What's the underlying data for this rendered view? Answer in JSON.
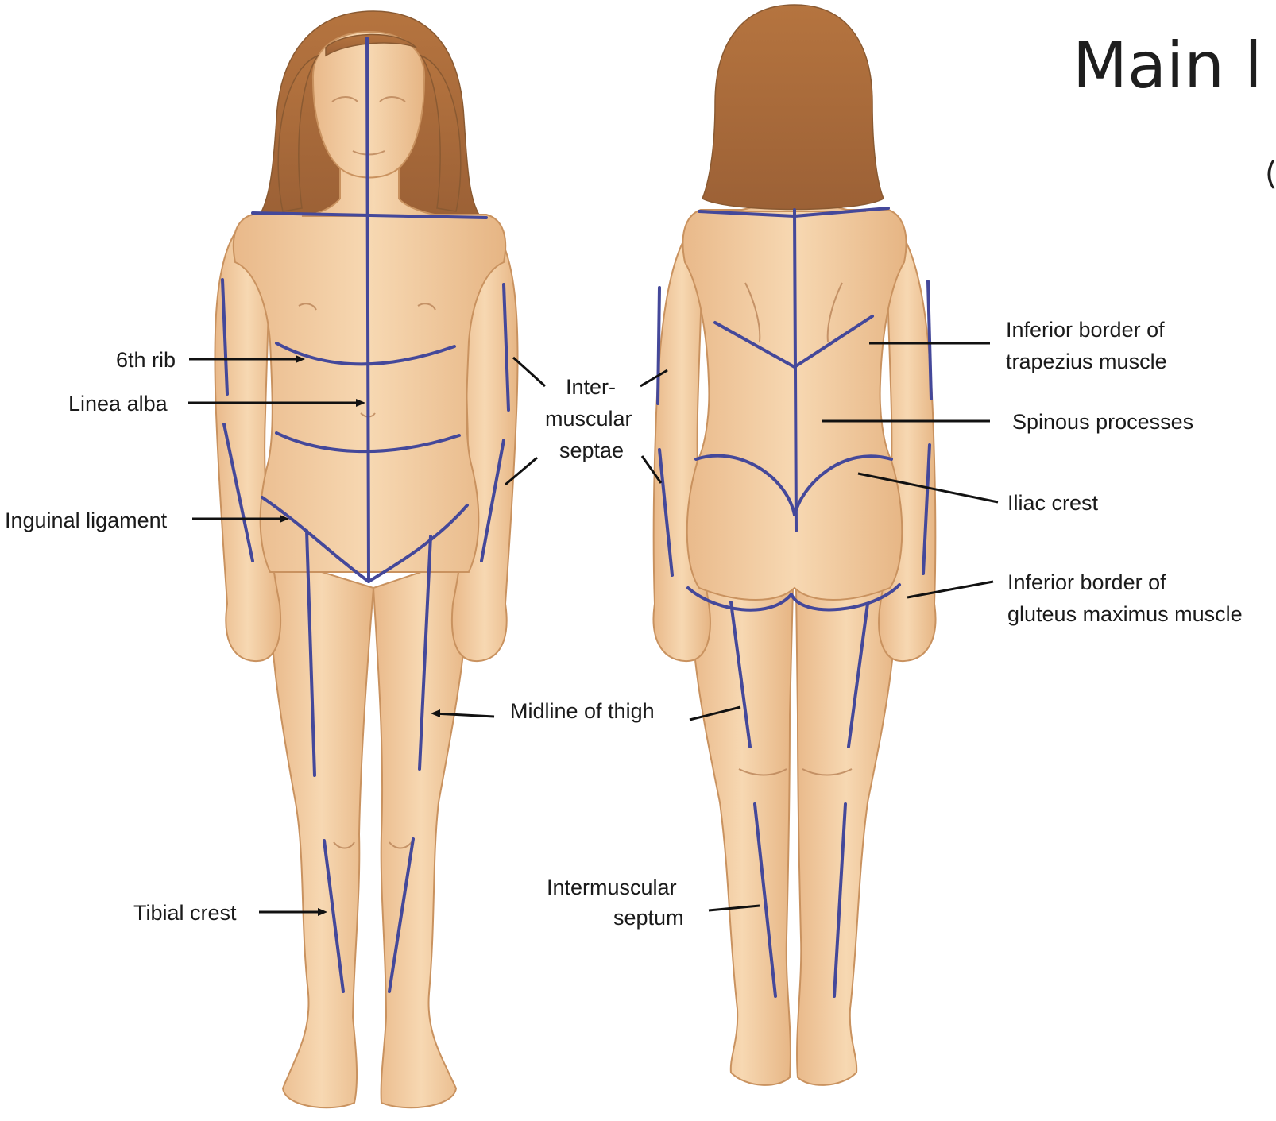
{
  "title": "Main l",
  "title_fragment": "(",
  "labels": {
    "rib6": "6th rib",
    "linea_alba": "Linea alba",
    "inguinal": "Inguinal ligament",
    "tibial": "Tibial crest",
    "inter_1": "Inter-",
    "inter_2": "muscular",
    "inter_3": "septae",
    "midline_thigh": "Midline of thigh",
    "septum_1": "Intermuscular",
    "septum_2": "septum",
    "trap_1": "Inferior border of",
    "trap_2": "trapezius muscle",
    "spinous": "Spinous processes",
    "iliac": "Iliac crest",
    "glut_1": "Inferior border of",
    "glut_2": "gluteus maximus muscle"
  },
  "colors": {
    "guide_lines": "#44489a",
    "skin": "#f3cfa3",
    "hair": "#a8683a"
  }
}
